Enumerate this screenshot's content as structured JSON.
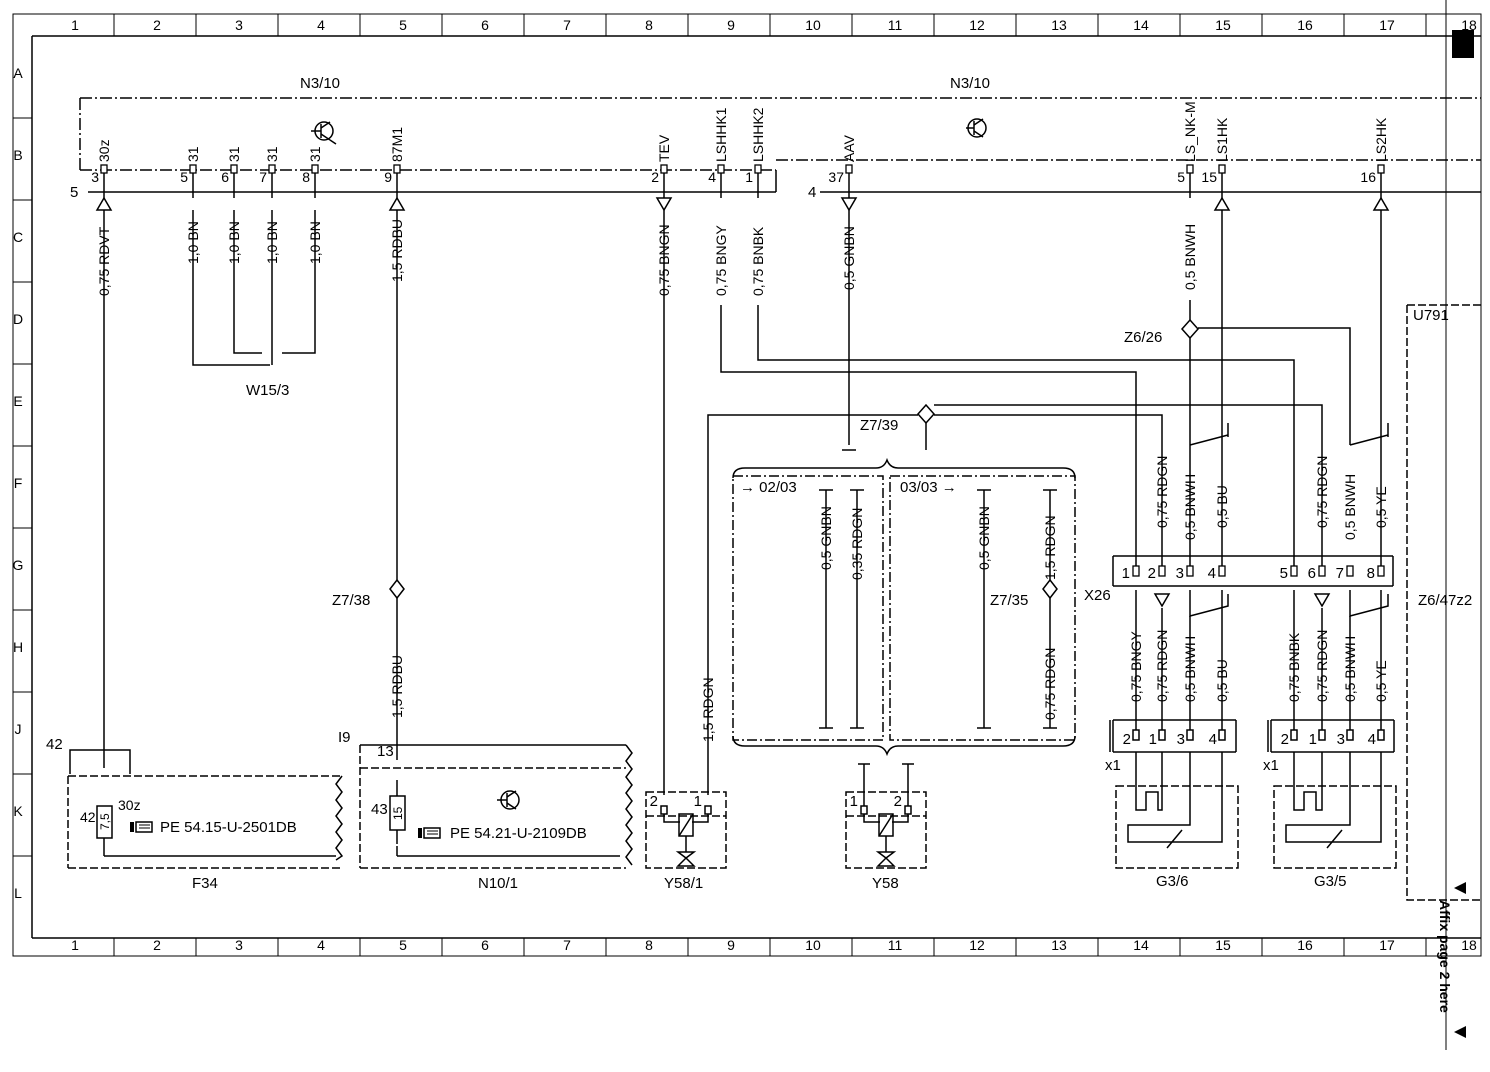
{
  "frame": {
    "columns": [
      "1",
      "2",
      "3",
      "4",
      "5",
      "6",
      "7",
      "8",
      "9",
      "10",
      "11",
      "12",
      "13",
      "14",
      "15",
      "16",
      "17",
      "18"
    ],
    "rows": [
      "A",
      "B",
      "C",
      "D",
      "E",
      "F",
      "G",
      "H",
      "J",
      "K",
      "L"
    ]
  },
  "modules": {
    "n3_10_left": "N3/10",
    "n3_10_right": "N3/10",
    "n3_pin_group_a": "5",
    "n3_pin_group_b": "4",
    "u791": "U791",
    "z6_47z2": "Z6/47z2",
    "x26": "X26",
    "i9": "I9",
    "f34_pin": "42",
    "w15_3": "W15/3",
    "f34": "F34",
    "n10_1": "N10/1",
    "y58_1": "Y58/1",
    "y58": "Y58",
    "g3_6": "G3/6",
    "g3_5": "G3/5",
    "x1_a": "x1",
    "x1_b": "x1"
  },
  "connector_pins": [
    {
      "signal": "30z",
      "pin": "3"
    },
    {
      "signal": "31",
      "pin": "5"
    },
    {
      "signal": "31",
      "pin": "6"
    },
    {
      "signal": "31",
      "pin": "7"
    },
    {
      "signal": "31",
      "pin": "8"
    },
    {
      "signal": "87M1",
      "pin": "9"
    },
    {
      "signal": "TEV",
      "pin": "2"
    },
    {
      "signal": "LSHHK1",
      "pin": "4"
    },
    {
      "signal": "LSHHK2",
      "pin": "1"
    },
    {
      "signal": "AAV",
      "pin": "37"
    },
    {
      "signal": "LS_NK-M",
      "pin": "5"
    },
    {
      "signal": "LS1HK",
      "pin": "15"
    },
    {
      "signal": "LS2HK",
      "pin": "16"
    }
  ],
  "wires": [
    {
      "label": "0,75 RDVT"
    },
    {
      "label": "1,0 BN"
    },
    {
      "label": "1,0 BN"
    },
    {
      "label": "1,0 BN"
    },
    {
      "label": "1,0 BN"
    },
    {
      "label": "1,5 RDBU"
    },
    {
      "label": "0,75 BNGN"
    },
    {
      "label": "0,75 BNGY"
    },
    {
      "label": "0,75 BNBK"
    },
    {
      "label": "0,5 GNBN"
    },
    {
      "label": "0,5 BNWH"
    },
    {
      "label": "1,5 RDBU"
    },
    {
      "label": "1,5 RDGN"
    },
    {
      "label": "0,75 RDGN"
    },
    {
      "label": "0,5 BNWH"
    },
    {
      "label": "0,5 BU"
    },
    {
      "label": "0,75 RDGN"
    },
    {
      "label": "0,5 BNWH"
    },
    {
      "label": "0,5 YE"
    },
    {
      "label": "0,75 BNGY"
    },
    {
      "label": "0,75 RDGN"
    },
    {
      "label": "0,5 BNWH"
    },
    {
      "label": "0,5 BU"
    },
    {
      "label": "0,75 BNBK"
    },
    {
      "label": "0,75 RDGN"
    },
    {
      "label": "0,5 BNWH"
    },
    {
      "label": "0,5 YE"
    },
    {
      "label": "0,5 GNBN"
    },
    {
      "label": "0,35 RDGN"
    },
    {
      "label": "0,5 GNBN"
    },
    {
      "label": "1,5 RDGN"
    },
    {
      "label": "0,75 RDGN"
    }
  ],
  "splices": {
    "z6_26": "Z6/26",
    "z7_39": "Z7/39",
    "z7_38": "Z7/38",
    "z7_35": "Z7/35"
  },
  "variants": {
    "v1": "02/03",
    "v2": "03/03"
  },
  "x26_pins": [
    "1",
    "2",
    "3",
    "4",
    "5",
    "6",
    "7",
    "8"
  ],
  "sensor_pins": [
    "2",
    "1",
    "3",
    "4"
  ],
  "valve_pins_y58_1": [
    "2",
    "1"
  ],
  "valve_pins_y58": [
    "1",
    "2"
  ],
  "fuse": {
    "pin_a": "42",
    "value": "7,5",
    "pin_b": "30z",
    "ref": "PE 54.15-U-2501DB"
  },
  "n10_1": {
    "pin_13": "13",
    "pin_43": "43",
    "value": "15",
    "ref": "PE 54.21-U-2109DB"
  },
  "side_note": "Affix page 2 here"
}
